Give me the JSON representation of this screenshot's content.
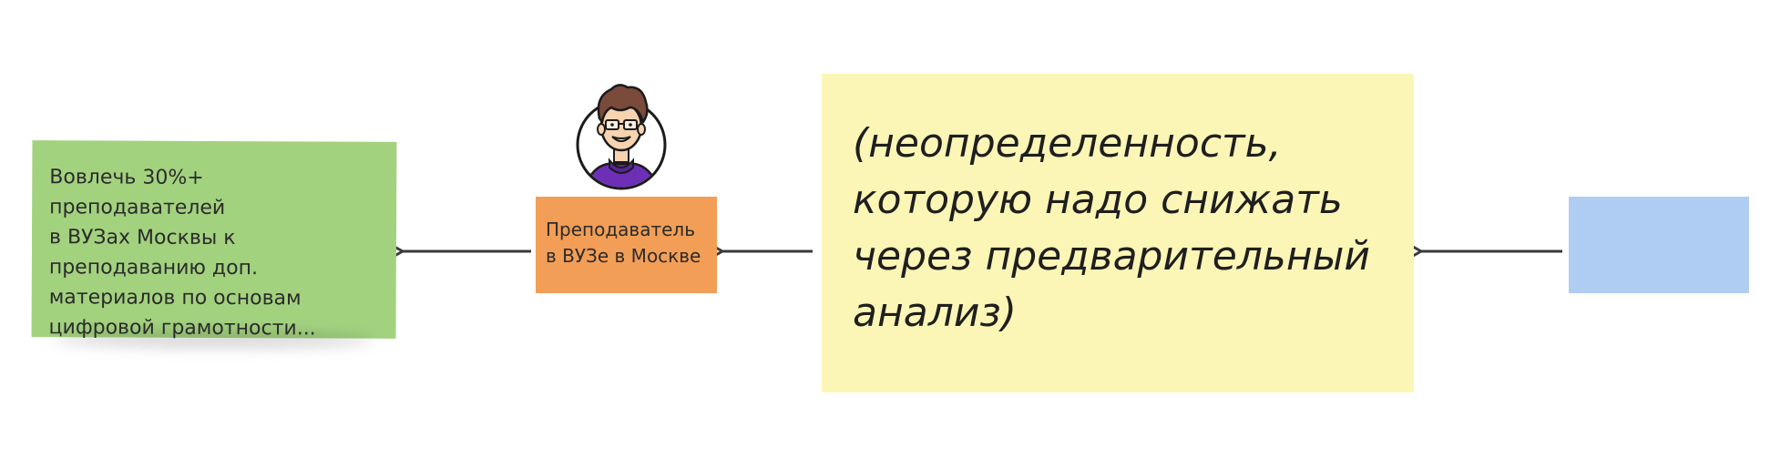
{
  "board": {
    "background_color": "#ffffff"
  },
  "notes": {
    "goal": {
      "text": "Вовлечь 30%+ преподавателей\nв ВУЗах Москвы к\nпреподаванию доп.\nматериалов по основам\nцифровой грамотности...",
      "color": "#a3d27f"
    },
    "actor": {
      "text": "Преподаватель\nв ВУЗе в Москве",
      "color": "#f29e56"
    },
    "uncertainty": {
      "text": "(неопределенность,\nкоторую надо снижать\nчерез предварительный\nанализ)",
      "color": "#fbf6b6"
    },
    "empty": {
      "text": "",
      "color": "#afcdf2"
    }
  },
  "avatar": {
    "icon": "person-with-glasses-icon",
    "sweater_color": "#6c2fb6",
    "hair_color": "#7a4a3a"
  },
  "arrows": [
    {
      "from": "actor",
      "to": "goal",
      "color": "#3a3a3a"
    },
    {
      "from": "uncertainty",
      "to": "actor",
      "color": "#3a3a3a"
    },
    {
      "from": "empty",
      "to": "uncertainty",
      "color": "#3a3a3a"
    }
  ]
}
